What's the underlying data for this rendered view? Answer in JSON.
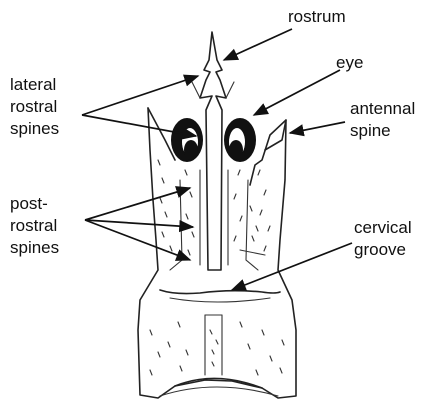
{
  "labels": {
    "rostrum": "rostrum",
    "eye": "eye",
    "lateral_rostral_spines": [
      "lateral",
      "rostral",
      "spines"
    ],
    "antennal_spine": [
      "antennal",
      "spine"
    ],
    "post_rostral_spines": [
      "post-",
      "rostral",
      "spines"
    ],
    "cervical_groove": [
      "cervical",
      "groove"
    ]
  },
  "colors": {
    "ink": "#111111",
    "background": "#ffffff"
  }
}
